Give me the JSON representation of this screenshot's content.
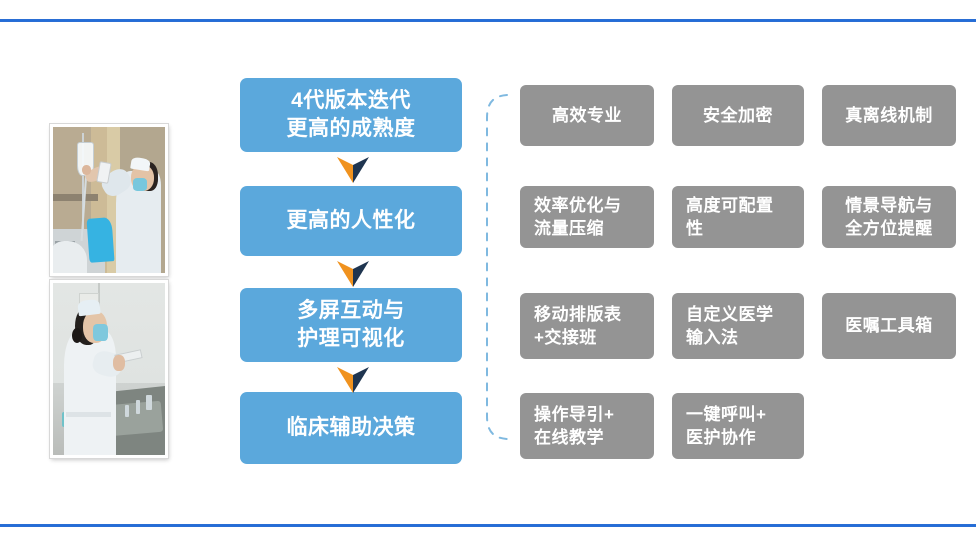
{
  "slide": {
    "background_color": "#ffffff",
    "divider_color": "#1f6ddb",
    "stage_color": "#5ba8dc",
    "feature_color": "#949494",
    "bracket_color": "#7fb9e0",
    "arrow_colors": {
      "left": "#f0921e",
      "right": "#1f3550"
    }
  },
  "photos": [
    {
      "caption": "nurse-hanging-iv-drip"
    },
    {
      "caption": "nurse-preparing-medication"
    }
  ],
  "stages": [
    {
      "lines": [
        "4代版本迭代",
        "更高的成熟度"
      ]
    },
    {
      "lines": [
        "更高的人性化"
      ]
    },
    {
      "lines": [
        "多屏互动与",
        "护理可视化"
      ]
    },
    {
      "lines": [
        "临床辅助决策"
      ]
    }
  ],
  "arrows": [
    {
      "name": "chevron-down-1"
    },
    {
      "name": "chevron-down-2"
    },
    {
      "name": "chevron-down-3"
    }
  ],
  "features": {
    "rows": [
      {
        "cells": [
          {
            "lines": [
              "高效专业"
            ],
            "align": "center"
          },
          {
            "lines": [
              "安全加密"
            ],
            "align": "center"
          },
          {
            "lines": [
              "真离线机制"
            ],
            "align": "center"
          }
        ]
      },
      {
        "cells": [
          {
            "lines": [
              "效率优化与",
              "流量压缩"
            ],
            "align": "left"
          },
          {
            "lines": [
              "高度可配置",
              "性"
            ],
            "align": "left"
          },
          {
            "lines": [
              "情景导航与",
              "全方位提醒"
            ],
            "align": "center"
          }
        ]
      },
      {
        "cells": [
          {
            "lines": [
              "移动排版表",
              "+交接班"
            ],
            "align": "left"
          },
          {
            "lines": [
              "自定义医学",
              "输入法"
            ],
            "align": "left"
          },
          {
            "lines": [
              "医嘱工具箱"
            ],
            "align": "center"
          }
        ]
      },
      {
        "cells": [
          {
            "lines": [
              "操作导引+",
              "在线教学"
            ],
            "align": "left"
          },
          {
            "lines": [
              "一键呼叫+",
              "医护协作"
            ],
            "align": "left"
          }
        ]
      }
    ]
  }
}
